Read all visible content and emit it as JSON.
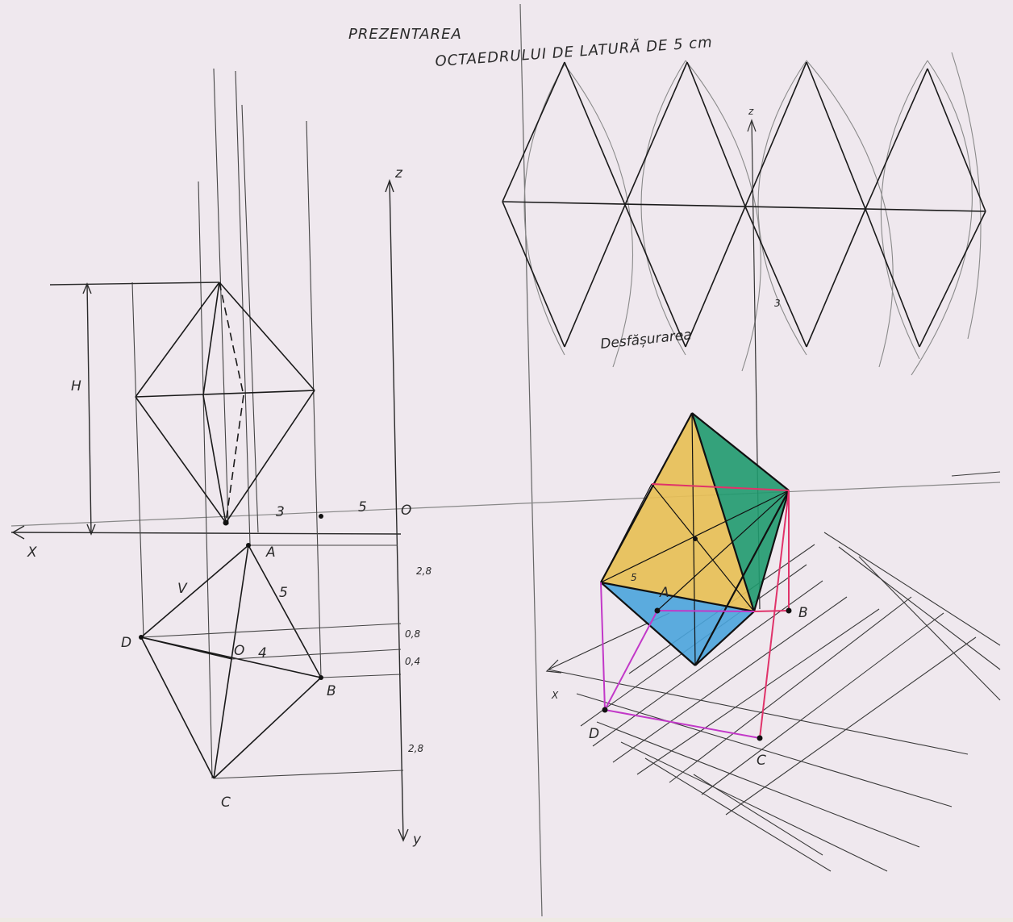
{
  "title_line1": "PREZENTAREA",
  "title_line2": "OCTAEDRULUI DE LATURĂ DE 5 cm",
  "development_label": "Desfășurarea",
  "orthographic": {
    "axis_x": "X",
    "axis_y": "y",
    "axis_z": "z",
    "origin": "O",
    "height_mark": "H",
    "points": {
      "A": "A",
      "B": "B",
      "C": "C",
      "D": "D",
      "O": "O"
    },
    "dims": [
      "3",
      "5",
      "2,8",
      "0,8",
      "0,4",
      "2,8",
      "4",
      "5",
      "V"
    ]
  },
  "axonometric": {
    "axis_x": "X",
    "axis_z": "z",
    "points": {
      "A": "A",
      "B": "B",
      "C": "C",
      "D": "D"
    },
    "dims": [
      "3",
      "5"
    ]
  },
  "colors": {
    "paper": "#efe8ee",
    "border": "#eeeae4",
    "ink": "#1a1a1a",
    "pencil": "#777777",
    "yellow_face": "#e7bf56",
    "green_face": "#1f9a6e",
    "blue_face": "#4aa4dc",
    "pink_edge": "#e0336a",
    "magenta_edge": "#c238c8"
  }
}
